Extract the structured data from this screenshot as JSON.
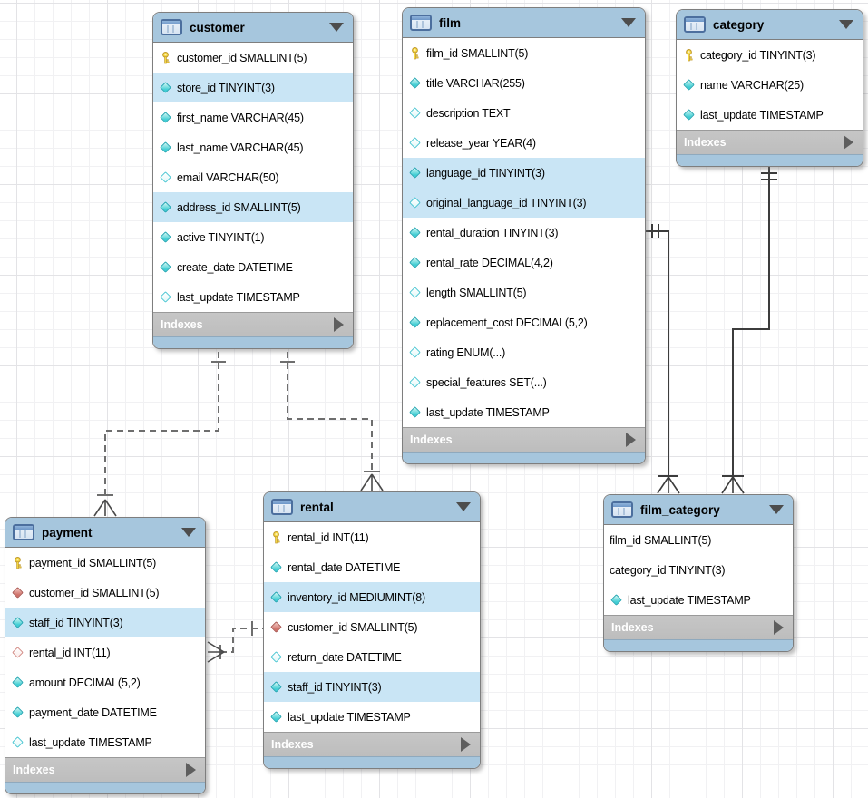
{
  "diagram": {
    "kind": "EER database diagram",
    "footer_label": "Indexes",
    "tables": {
      "customer": {
        "title": "customer",
        "footer": "Indexes",
        "columns": [
          {
            "name": "customer_id",
            "type": "SMALLINT(5)",
            "icon": "primary-key",
            "highlight": false
          },
          {
            "name": "store_id",
            "type": "TINYINT(3)",
            "icon": "column-not-null",
            "highlight": true
          },
          {
            "name": "first_name",
            "type": "VARCHAR(45)",
            "icon": "column-not-null",
            "highlight": false
          },
          {
            "name": "last_name",
            "type": "VARCHAR(45)",
            "icon": "column-not-null",
            "highlight": false
          },
          {
            "name": "email",
            "type": "VARCHAR(50)",
            "icon": "column-nullable",
            "highlight": false
          },
          {
            "name": "address_id",
            "type": "SMALLINT(5)",
            "icon": "column-not-null",
            "highlight": true
          },
          {
            "name": "active",
            "type": "TINYINT(1)",
            "icon": "column-not-null",
            "highlight": false
          },
          {
            "name": "create_date",
            "type": "DATETIME",
            "icon": "column-not-null",
            "highlight": false
          },
          {
            "name": "last_update",
            "type": "TIMESTAMP",
            "icon": "column-nullable",
            "highlight": false
          }
        ]
      },
      "film": {
        "title": "film",
        "footer": "Indexes",
        "columns": [
          {
            "name": "film_id",
            "type": "SMALLINT(5)",
            "icon": "primary-key",
            "highlight": false
          },
          {
            "name": "title",
            "type": "VARCHAR(255)",
            "icon": "column-not-null",
            "highlight": false
          },
          {
            "name": "description",
            "type": "TEXT",
            "icon": "column-nullable",
            "highlight": false
          },
          {
            "name": "release_year",
            "type": "YEAR(4)",
            "icon": "column-nullable",
            "highlight": false
          },
          {
            "name": "language_id",
            "type": "TINYINT(3)",
            "icon": "column-not-null",
            "highlight": true
          },
          {
            "name": "original_language_id",
            "type": "TINYINT(3)",
            "icon": "column-nullable",
            "highlight": true
          },
          {
            "name": "rental_duration",
            "type": "TINYINT(3)",
            "icon": "column-not-null",
            "highlight": false
          },
          {
            "name": "rental_rate",
            "type": "DECIMAL(4,2)",
            "icon": "column-not-null",
            "highlight": false
          },
          {
            "name": "length",
            "type": "SMALLINT(5)",
            "icon": "column-nullable",
            "highlight": false
          },
          {
            "name": "replacement_cost",
            "type": "DECIMAL(5,2)",
            "icon": "column-not-null",
            "highlight": false
          },
          {
            "name": "rating",
            "type": "ENUM(...)",
            "icon": "column-nullable",
            "highlight": false
          },
          {
            "name": "special_features",
            "type": "SET(...)",
            "icon": "column-nullable",
            "highlight": false
          },
          {
            "name": "last_update",
            "type": "TIMESTAMP",
            "icon": "column-not-null",
            "highlight": false
          }
        ]
      },
      "category": {
        "title": "category",
        "footer": "Indexes",
        "columns": [
          {
            "name": "category_id",
            "type": "TINYINT(3)",
            "icon": "primary-key",
            "highlight": false
          },
          {
            "name": "name",
            "type": "VARCHAR(25)",
            "icon": "column-not-null",
            "highlight": false
          },
          {
            "name": "last_update",
            "type": "TIMESTAMP",
            "icon": "column-not-null",
            "highlight": false
          }
        ]
      },
      "payment": {
        "title": "payment",
        "footer": "Indexes",
        "columns": [
          {
            "name": "payment_id",
            "type": "SMALLINT(5)",
            "icon": "primary-key",
            "highlight": false
          },
          {
            "name": "customer_id",
            "type": "SMALLINT(5)",
            "icon": "foreign-key",
            "highlight": false
          },
          {
            "name": "staff_id",
            "type": "TINYINT(3)",
            "icon": "column-not-null",
            "highlight": true
          },
          {
            "name": "rental_id",
            "type": "INT(11)",
            "icon": "foreign-key-nullable",
            "highlight": false
          },
          {
            "name": "amount",
            "type": "DECIMAL(5,2)",
            "icon": "column-not-null",
            "highlight": false
          },
          {
            "name": "payment_date",
            "type": "DATETIME",
            "icon": "column-not-null",
            "highlight": false
          },
          {
            "name": "last_update",
            "type": "TIMESTAMP",
            "icon": "column-nullable",
            "highlight": false
          }
        ]
      },
      "rental": {
        "title": "rental",
        "footer": "Indexes",
        "columns": [
          {
            "name": "rental_id",
            "type": "INT(11)",
            "icon": "primary-key",
            "highlight": false
          },
          {
            "name": "rental_date",
            "type": "DATETIME",
            "icon": "column-not-null",
            "highlight": false
          },
          {
            "name": "inventory_id",
            "type": "MEDIUMINT(8)",
            "icon": "column-not-null",
            "highlight": true
          },
          {
            "name": "customer_id",
            "type": "SMALLINT(5)",
            "icon": "foreign-key",
            "highlight": false
          },
          {
            "name": "return_date",
            "type": "DATETIME",
            "icon": "column-nullable",
            "highlight": false
          },
          {
            "name": "staff_id",
            "type": "TINYINT(3)",
            "icon": "column-not-null",
            "highlight": true
          },
          {
            "name": "last_update",
            "type": "TIMESTAMP",
            "icon": "column-not-null",
            "highlight": false
          }
        ]
      },
      "film_category": {
        "title": "film_category",
        "footer": "Indexes",
        "columns": [
          {
            "name": "film_id",
            "type": "SMALLINT(5)",
            "icon": "none",
            "highlight": false
          },
          {
            "name": "category_id",
            "type": "TINYINT(3)",
            "icon": "none",
            "highlight": false
          },
          {
            "name": "last_update",
            "type": "TIMESTAMP",
            "icon": "column-not-null",
            "highlight": false
          }
        ]
      }
    },
    "relationships": [
      {
        "from": "customer",
        "to": "payment",
        "line": "dashed",
        "from_end": "one",
        "to_end": "many"
      },
      {
        "from": "customer",
        "to": "rental",
        "line": "dashed",
        "from_end": "one",
        "to_end": "many"
      },
      {
        "from": "rental",
        "to": "payment",
        "line": "dashed",
        "from_end": "one",
        "to_end": "many"
      },
      {
        "from": "film",
        "to": "film_category",
        "line": "solid",
        "from_end": "one",
        "to_end": "many"
      },
      {
        "from": "category",
        "to": "film_category",
        "line": "solid",
        "from_end": "one",
        "to_end": "many"
      }
    ],
    "colors": {
      "header_blue": "#A6C6DD",
      "row_highlight": "#C9E5F5",
      "footer_gray": "#BDBDBD",
      "table_border": "#7E7E7E",
      "grid_line": "#E3E3E6",
      "dashed_line": "#6E6E6E",
      "solid_line": "#3C3C3C",
      "key_yellow": "#F5D840",
      "diamond_cyan": "#3FCED4",
      "diamond_red": "#CF7068"
    }
  }
}
